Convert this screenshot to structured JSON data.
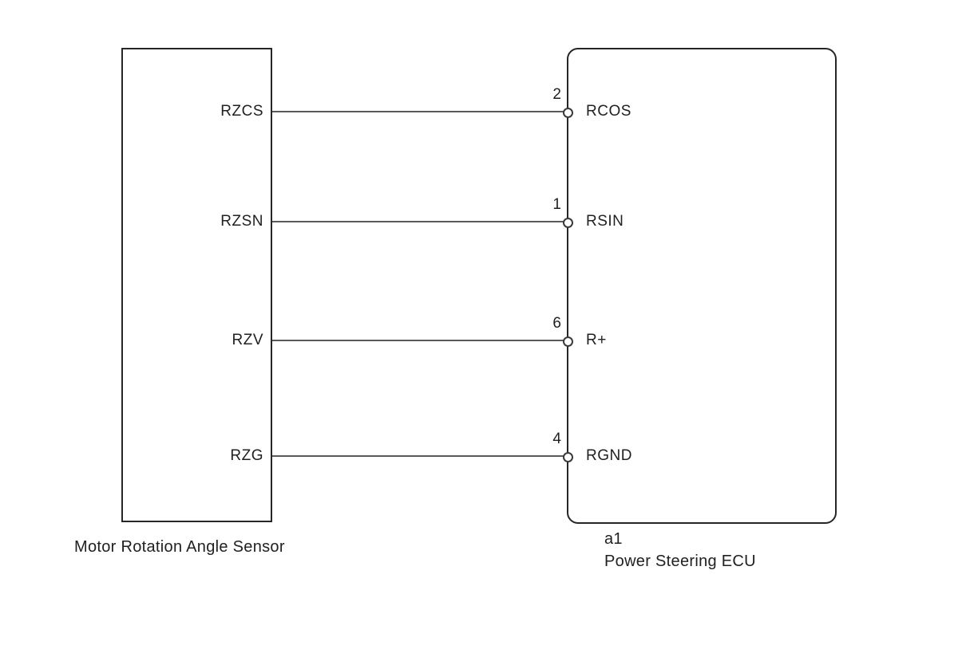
{
  "diagram": {
    "background": "#ffffff",
    "wire_color": "#5a5a5a",
    "border_color": "#262626",
    "sensor_box": {
      "caption": "Motor Rotation Angle Sensor",
      "pins": [
        "RZCS",
        "RZSN",
        "RZV",
        "RZG"
      ]
    },
    "ecu_box": {
      "connector_id": "a1",
      "caption": "Power Steering ECU",
      "pins": [
        {
          "number": "2",
          "name": "RCOS"
        },
        {
          "number": "1",
          "name": "RSIN"
        },
        {
          "number": "6",
          "name": "R+"
        },
        {
          "number": "4",
          "name": "RGND"
        }
      ]
    },
    "wires": [
      {
        "from": "RZCS",
        "to_pin": "2",
        "to": "RCOS"
      },
      {
        "from": "RZSN",
        "to_pin": "1",
        "to": "RSIN"
      },
      {
        "from": "RZV",
        "to_pin": "6",
        "to": "R+"
      },
      {
        "from": "RZG",
        "to_pin": "4",
        "to": "RGND"
      }
    ]
  }
}
